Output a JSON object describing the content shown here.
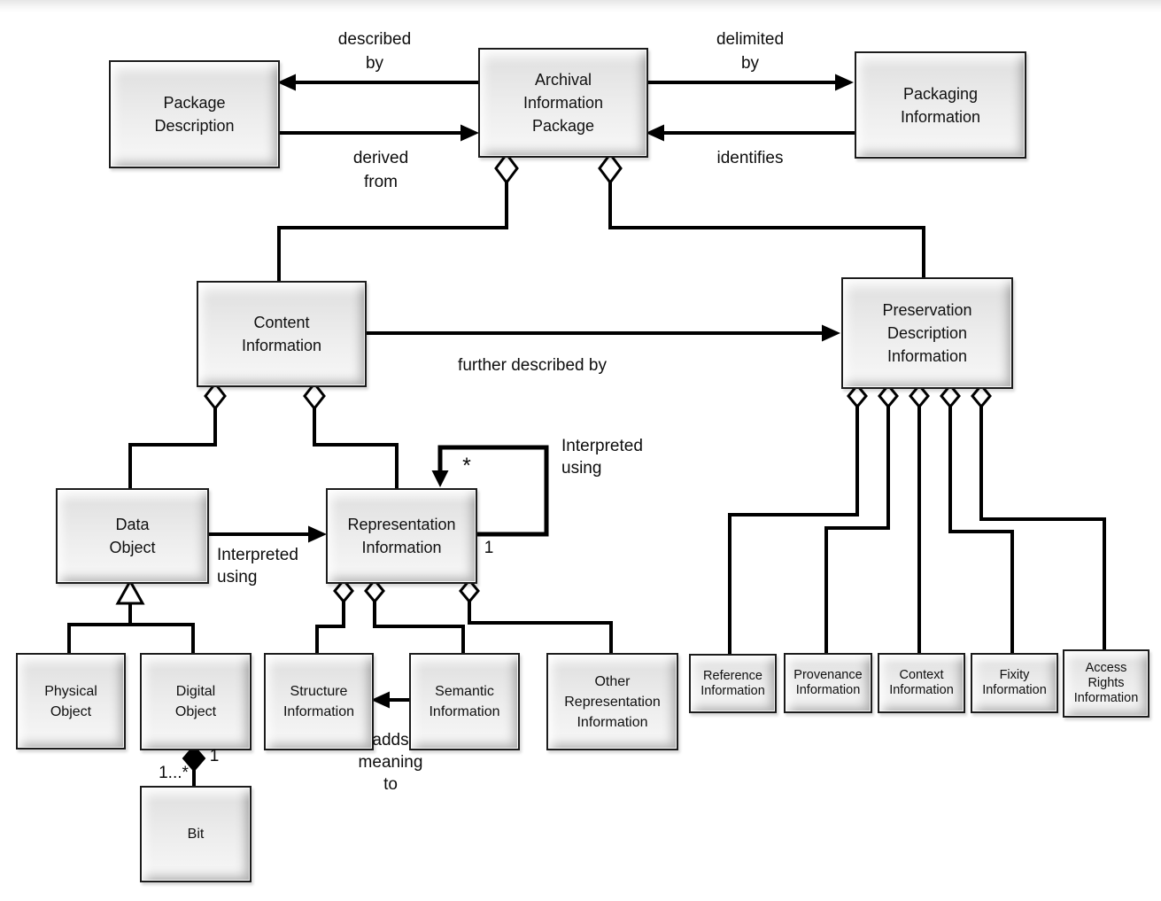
{
  "boxes": {
    "package_description": {
      "label": "Package\nDescription"
    },
    "archival_information_package": {
      "label": "Archival\nInformation\nPackage"
    },
    "packaging_information": {
      "label": "Packaging\nInformation"
    },
    "content_information": {
      "label": "Content\nInformation"
    },
    "preservation_description_information": {
      "label": "Preservation\nDescription\nInformation"
    },
    "data_object": {
      "label": "Data\nObject"
    },
    "representation_information": {
      "label": "Representation\nInformation"
    },
    "physical_object": {
      "label": "Physical\nObject"
    },
    "digital_object": {
      "label": "Digital\nObject"
    },
    "bit": {
      "label": "Bit"
    },
    "structure_information": {
      "label": "Structure\nInformation"
    },
    "semantic_information": {
      "label": "Semantic\nInformation"
    },
    "other_representation_information": {
      "label": "Other\nRepresentation\nInformation"
    },
    "reference_information": {
      "label": "Reference\nInformation"
    },
    "provenance_information": {
      "label": "Provenance\nInformation"
    },
    "context_information": {
      "label": "Context\nInformation"
    },
    "fixity_information": {
      "label": "Fixity\nInformation"
    },
    "access_rights_information": {
      "label": "Access\nRights\nInformation"
    }
  },
  "edge_labels": {
    "described_by": "described\nby",
    "derived_from": "derived\nfrom",
    "delimited_by": "delimited\nby",
    "identifies": "identifies",
    "further_described_by": "further described by",
    "interpreted_using_left": "Interpreted\nusing",
    "interpreted_using_loop": "Interpreted\nusing",
    "adds_meaning_to": "adds\nmeaning\nto",
    "loop_many": "*",
    "loop_one": "1",
    "composition_one": "1",
    "composition_many": "1...*"
  },
  "relations": [
    {
      "from": "archival_information_package",
      "to": "package_description",
      "type": "arrow",
      "label": "described by"
    },
    {
      "from": "package_description",
      "to": "archival_information_package",
      "type": "arrow",
      "label": "derived from"
    },
    {
      "from": "archival_information_package",
      "to": "packaging_information",
      "type": "arrow",
      "label": "delimited by"
    },
    {
      "from": "packaging_information",
      "to": "archival_information_package",
      "type": "arrow",
      "label": "identifies"
    },
    {
      "from": "archival_information_package",
      "to": "content_information",
      "type": "aggregation"
    },
    {
      "from": "archival_information_package",
      "to": "preservation_description_information",
      "type": "aggregation"
    },
    {
      "from": "content_information",
      "to": "preservation_description_information",
      "type": "arrow",
      "label": "further described by"
    },
    {
      "from": "content_information",
      "to": "data_object",
      "type": "aggregation"
    },
    {
      "from": "content_information",
      "to": "representation_information",
      "type": "aggregation"
    },
    {
      "from": "data_object",
      "to": "representation_information",
      "type": "arrow",
      "label": "Interpreted using"
    },
    {
      "from": "representation_information",
      "to": "representation_information",
      "type": "arrow",
      "label": "Interpreted using",
      "multiplicity": "* / 1"
    },
    {
      "from": "physical_object",
      "to": "data_object",
      "type": "generalization"
    },
    {
      "from": "digital_object",
      "to": "data_object",
      "type": "generalization"
    },
    {
      "from": "digital_object",
      "to": "bit",
      "type": "composition",
      "multiplicity": "1 / 1...*"
    },
    {
      "from": "representation_information",
      "to": "structure_information",
      "type": "aggregation"
    },
    {
      "from": "representation_information",
      "to": "semantic_information",
      "type": "aggregation"
    },
    {
      "from": "representation_information",
      "to": "other_representation_information",
      "type": "aggregation"
    },
    {
      "from": "semantic_information",
      "to": "structure_information",
      "type": "arrow",
      "label": "adds meaning to"
    },
    {
      "from": "preservation_description_information",
      "to": "reference_information",
      "type": "aggregation"
    },
    {
      "from": "preservation_description_information",
      "to": "provenance_information",
      "type": "aggregation"
    },
    {
      "from": "preservation_description_information",
      "to": "context_information",
      "type": "aggregation"
    },
    {
      "from": "preservation_description_information",
      "to": "fixity_information",
      "type": "aggregation"
    },
    {
      "from": "preservation_description_information",
      "to": "access_rights_information",
      "type": "aggregation"
    }
  ],
  "colors": {
    "line": "#000000",
    "box_border": "#1c1c1c",
    "box_fill": "#ececec",
    "background": "#ffffff"
  }
}
